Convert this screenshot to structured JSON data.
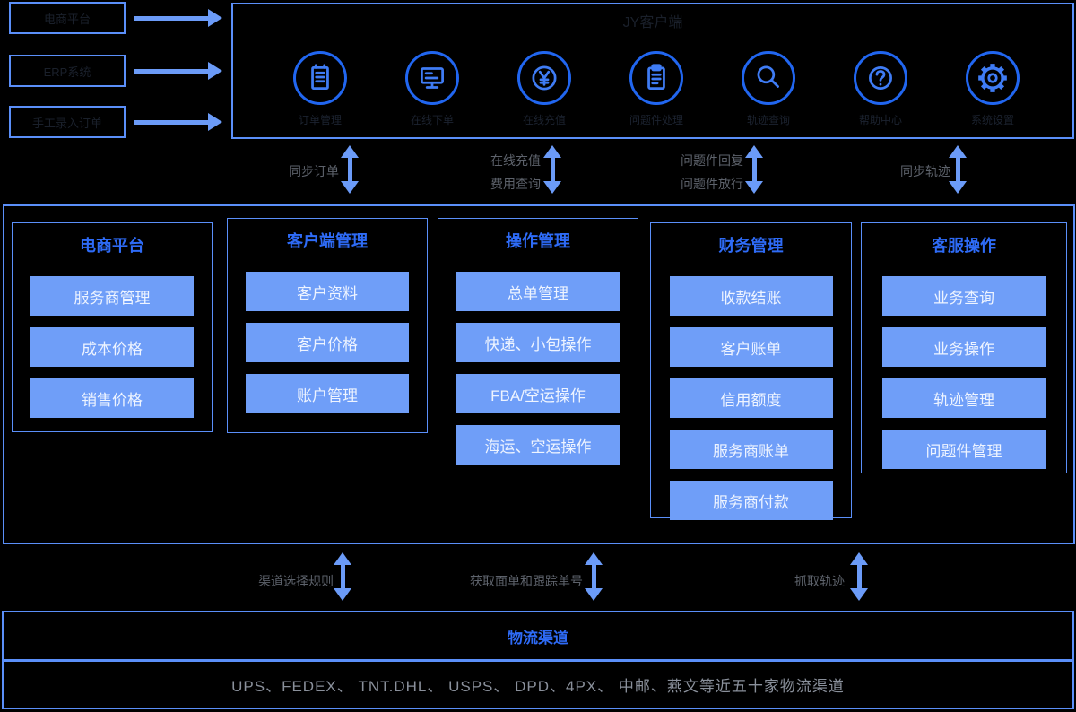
{
  "palette": {
    "accent_blue": "#2e6bf6",
    "border_blue": "#5b8ff9",
    "arrow_blue": "#6b9bf8",
    "button_blue": "#6f9ef8",
    "icon_blue": "#2166f0",
    "label_gray": "#5d626b",
    "muted_gray": "#8a909b"
  },
  "order_sources": {
    "items": [
      {
        "label": "电商平台"
      },
      {
        "label": "ERP系统"
      },
      {
        "label": "手工录入订单"
      }
    ]
  },
  "client_portal": {
    "title": "JY客户端",
    "modules": [
      {
        "icon": "order-doc-icon",
        "label": "订单管理"
      },
      {
        "icon": "monitor-icon",
        "label": "在线下单"
      },
      {
        "icon": "yen-icon",
        "label": "在线充值"
      },
      {
        "icon": "clipboard-icon",
        "label": "问题件处理"
      },
      {
        "icon": "search-icon",
        "label": "轨迹查询"
      },
      {
        "icon": "question-icon",
        "label": "帮助中心"
      },
      {
        "icon": "gear-icon",
        "label": "系统设置"
      }
    ]
  },
  "portal_sync_links": [
    {
      "lines": [
        "同步订单"
      ]
    },
    {
      "lines": [
        "在线充值",
        "费用查询"
      ]
    },
    {
      "lines": [
        "问题件回复",
        "问题件放行"
      ]
    },
    {
      "lines": [
        "同步轨迹"
      ]
    }
  ],
  "management_system": {
    "columns": [
      {
        "title": "电商平台",
        "items": [
          "服务商管理",
          "成本价格",
          "销售价格"
        ]
      },
      {
        "title": "客户端管理",
        "items": [
          "客户资料",
          "客户价格",
          "账户管理"
        ]
      },
      {
        "title": "操作管理",
        "items": [
          "总单管理",
          "快递、小包操作",
          "FBA/空运操作",
          "海运、空运操作"
        ]
      },
      {
        "title": "财务管理",
        "items": [
          "收款结账",
          "客户账单",
          "信用额度",
          "服务商账单",
          "服务商付款"
        ]
      },
      {
        "title": "客服操作",
        "items": [
          "业务查询",
          "业务操作",
          "轨迹管理",
          "问题件管理"
        ]
      }
    ]
  },
  "channel_sync_links": [
    {
      "lines": [
        "渠道选择规则"
      ]
    },
    {
      "lines": [
        "获取面单和跟踪单号"
      ]
    },
    {
      "lines": [
        "抓取轨迹"
      ]
    }
  ],
  "logistics_channels": {
    "title": "物流渠道",
    "providers": "UPS、FEDEX、 TNT.DHL、 USPS、 DPD、4PX、 中邮、燕文等近五十家物流渠道"
  }
}
